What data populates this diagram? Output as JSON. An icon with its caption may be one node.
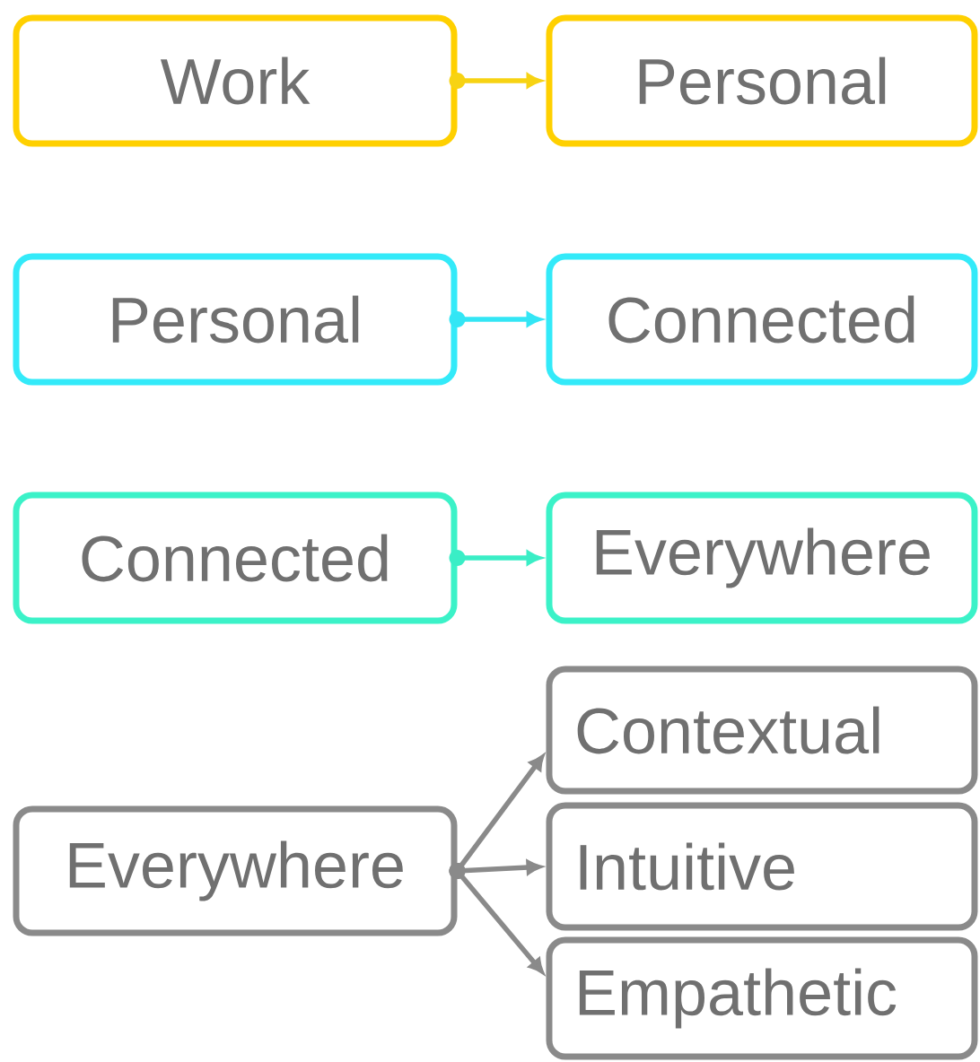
{
  "diagram": {
    "nodes": [
      {
        "text": [
          "Work"
        ]
      },
      {
        "text": [
          "Personal"
        ]
      },
      {
        "text": [
          "Personal"
        ]
      },
      {
        "text": [
          "Connected"
        ]
      },
      {
        "text": [
          "Connected"
        ]
      },
      {
        "text": [
          "Everywhere"
        ]
      },
      {
        "text": [
          "Everywhere"
        ]
      },
      {
        "text": [
          "Contextual"
        ]
      },
      {
        "text": [
          "Intuitive"
        ]
      },
      {
        "text": [
          "Empathetic"
        ]
      }
    ],
    "edges": [
      {
        "from": 0,
        "to": 1,
        "arrow": "to",
        "color": "#f7d313"
      },
      {
        "from": 2,
        "to": 3,
        "arrow": "to",
        "color": "#33e6f5"
      },
      {
        "from": 4,
        "to": 5,
        "arrow": "to",
        "color": "#3aeec6"
      },
      {
        "from": 6,
        "to": 7,
        "arrow": "to"
      },
      {
        "from": 6,
        "to": 8,
        "arrow": "to"
      },
      {
        "from": 6,
        "to": 9,
        "arrow": "to"
      }
    ]
  }
}
